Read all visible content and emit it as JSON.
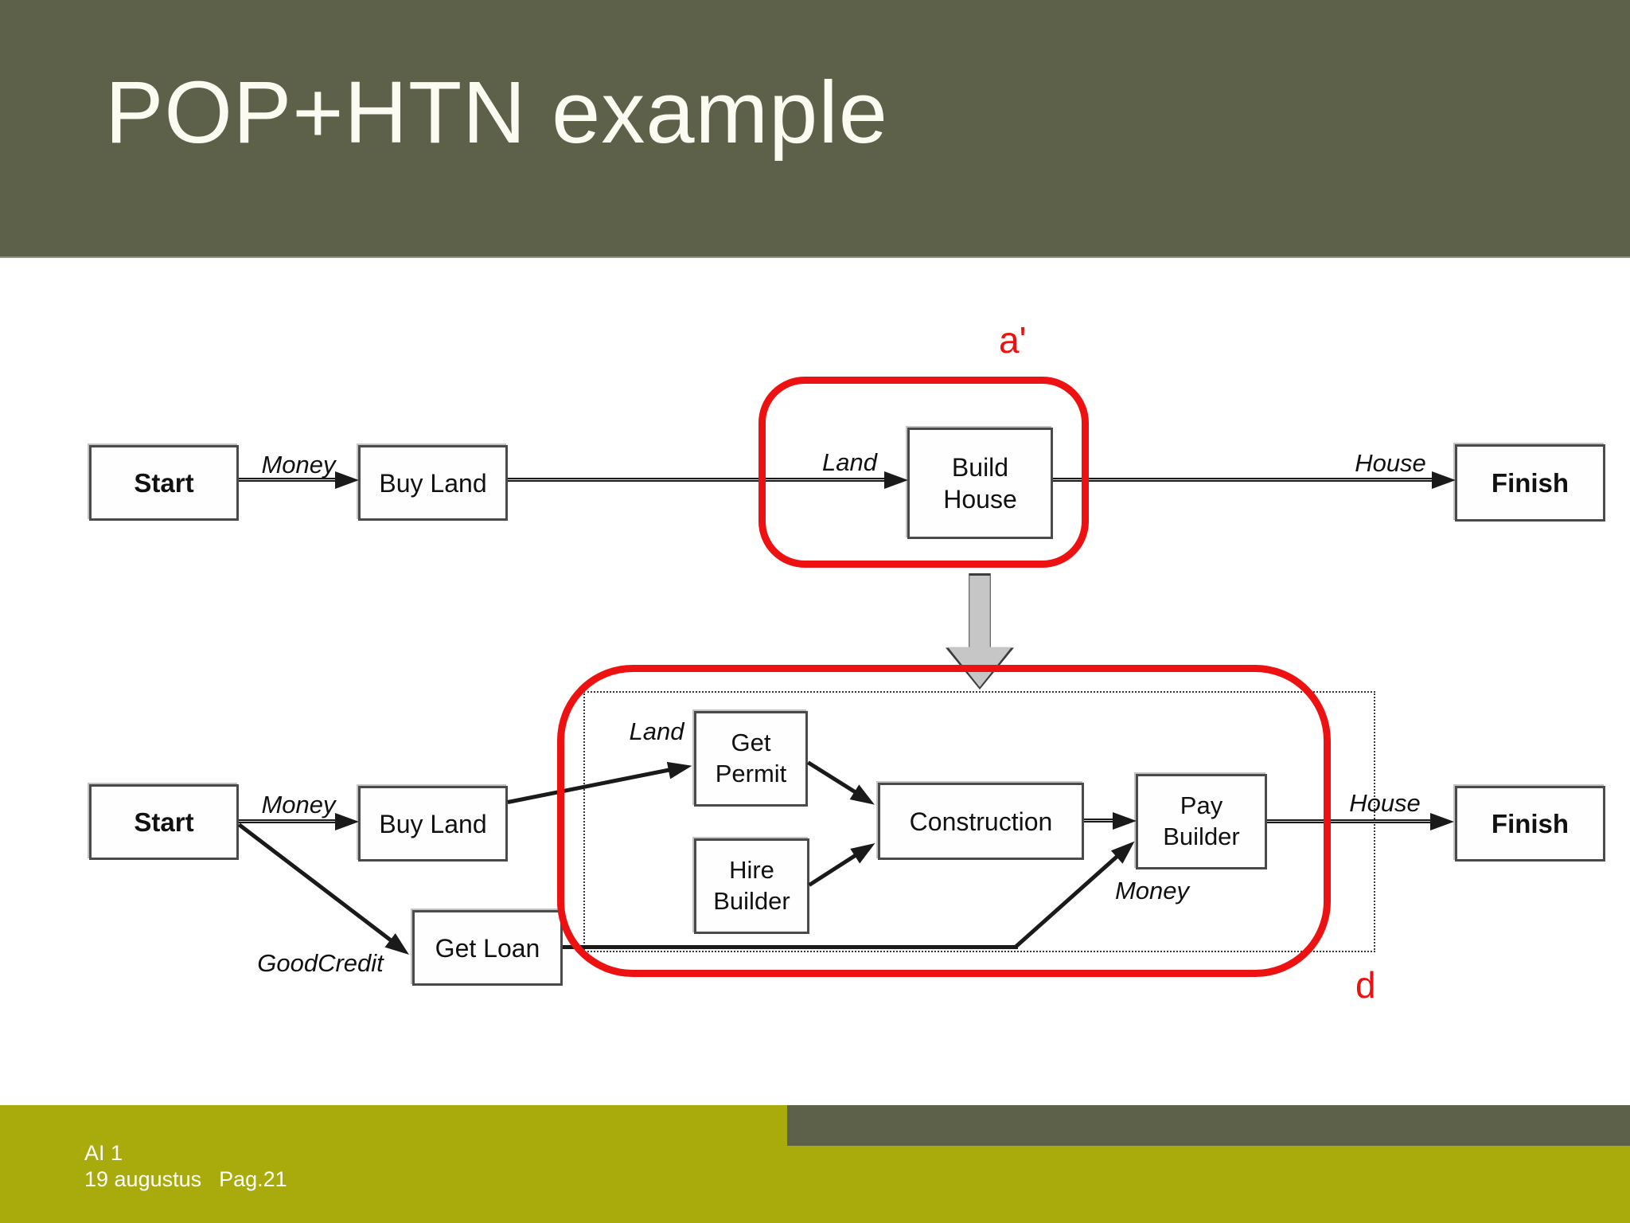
{
  "slide": {
    "title": "POP+HTN example"
  },
  "footer": {
    "course": "AI 1",
    "date": "19 augustus",
    "page": "Pag.21"
  },
  "annotations": {
    "abstract_action": "a'",
    "decomposition": "d"
  },
  "colors": {
    "header_bg": "#5d614a",
    "footer_bg": "#a9ab0c",
    "footer_band_bg": "#5d614a",
    "annotation_red": "#ee1111",
    "edge_black": "#1a1a1a",
    "node_border": "#4a4a4a",
    "gray_arrow_fill": "#c6c6c6"
  },
  "top_diagram": {
    "start": "Start",
    "buy_land": "Buy Land",
    "build_house": "Build\nHouse",
    "finish": "Finish",
    "labels": {
      "money": "Money",
      "land": "Land",
      "house": "House"
    }
  },
  "bottom_diagram": {
    "start": "Start",
    "buy_land": "Buy Land",
    "get_loan": "Get Loan",
    "get_permit": "Get\nPermit",
    "hire_builder": "Hire\nBuilder",
    "construction": "Construction",
    "pay_builder": "Pay\nBuilder",
    "finish": "Finish",
    "labels": {
      "money": "Money",
      "good_credit": "GoodCredit",
      "land": "Land",
      "money_loan": "Money",
      "house": "House"
    }
  }
}
